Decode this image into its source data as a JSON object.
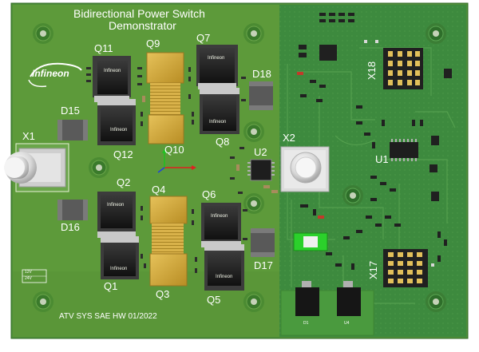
{
  "board": {
    "title_line1": "Bidirectional Power Switch",
    "title_line2": "Demonstrator",
    "logo_text": "Infineon",
    "footer_text": "ATV SYS SAE HW  01/2022",
    "voltage_labels": [
      "12V",
      "24V"
    ]
  },
  "labels": {
    "q11": "Q11",
    "q9": "Q9",
    "q7": "Q7",
    "q12": "Q12",
    "q10": "Q10",
    "q8": "Q8",
    "q2": "Q2",
    "q4": "Q4",
    "q6": "Q6",
    "q1": "Q1",
    "q3": "Q3",
    "q5": "Q5",
    "d15": "D15",
    "d16": "D16",
    "d17": "D17",
    "d18": "D18",
    "x1": "X1",
    "x2": "X2",
    "x17": "X17",
    "x18": "X18",
    "u1": "U1",
    "u2": "U2",
    "d1": "D1",
    "u4": "U4"
  },
  "chip_brand": "Infineon",
  "colors": {
    "power_board": "#5d9a3a",
    "logic_board": "#3d8a3e",
    "copper_pad": "#d4a83a",
    "chip_body": "#1a1a1a",
    "silkscreen": "#ffffff"
  }
}
